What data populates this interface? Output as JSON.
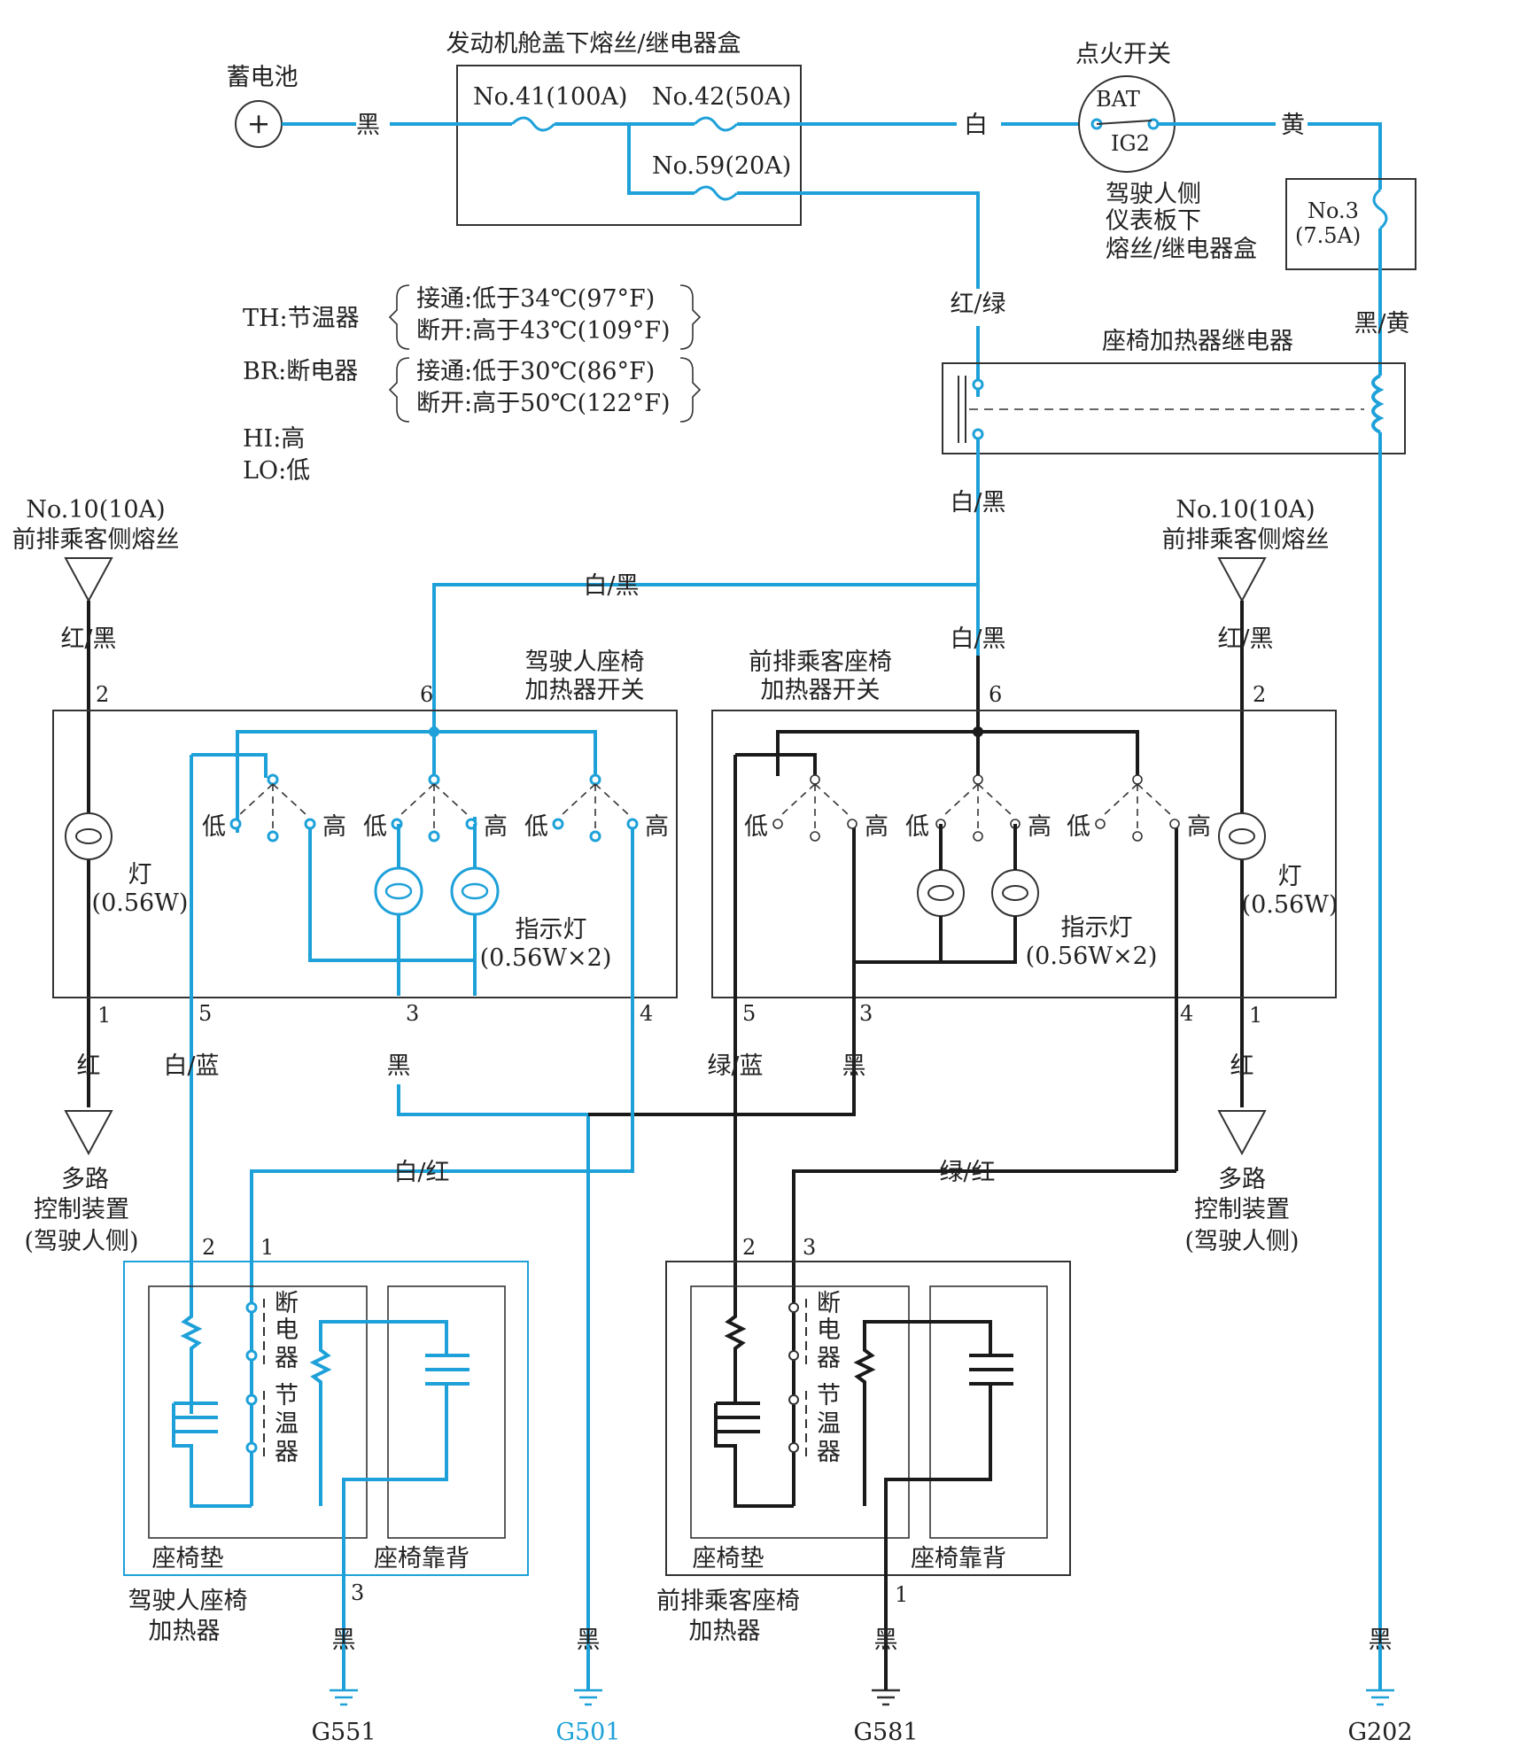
{
  "colors": {
    "wire_blue": "#1ea1d9",
    "wire_black": "#1a1a1a",
    "box_stroke": "#333333"
  },
  "battery": {
    "label": "蓄电池",
    "symbol": "+"
  },
  "underhood_box": {
    "title": "发动机舱盖下熔丝/继电器盒",
    "fuse_41": "No.41(100A)",
    "fuse_42": "No.42(50A)",
    "fuse_59": "No.59(20A)"
  },
  "ignition": {
    "title": "点火开关",
    "bat": "BAT",
    "ig2": "IG2"
  },
  "dash_box": {
    "title_line1": "驾驶人侧",
    "title_line2": "仪表板下",
    "title_line3": "熔丝/继电器盒",
    "fuse_line1": "No.3",
    "fuse_line2": "(7.5A)"
  },
  "relay": {
    "title": "座椅加热器继电器"
  },
  "legend": {
    "th": "TH:节温器",
    "th_on": "接通:低于34℃(97°F)",
    "th_off": "断开:高于43℃(109°F)",
    "br": "BR:断电器",
    "br_on": "接通:低于30℃(86°F)",
    "br_off": "断开:高于50℃(122°F)",
    "hi": "HI:高",
    "lo": "LO:低"
  },
  "wires": {
    "black": "黑",
    "white": "白",
    "yellow": "黄",
    "red_green": "红/绿",
    "black_yellow": "黑/黄",
    "white_black": "白/黑",
    "red_black": "红/黑",
    "red": "红",
    "white_blue": "白/蓝",
    "green_blue": "绿/蓝",
    "white_red": "白/红",
    "green_red": "绿/红"
  },
  "passenger_fuse": {
    "line1": "No.10(10A)",
    "line2": "前排乘客侧熔丝"
  },
  "driver_switch": {
    "title_line1": "驾驶人座椅",
    "title_line2": "加热器开关"
  },
  "passenger_switch": {
    "title_line1": "前排乘客座椅",
    "title_line2": "加热器开关"
  },
  "switch_labels": {
    "low": "低",
    "high": "高",
    "lamp": "灯",
    "lamp_watt": "(0.56W)",
    "indicator": "指示灯",
    "indicator_watt": "(0.56W×2)"
  },
  "pins": {
    "p1": "1",
    "p2": "2",
    "p3": "3",
    "p4": "4",
    "p5": "5",
    "p6": "6"
  },
  "mpcs": {
    "line1": "多路",
    "line2": "控制装置",
    "line3": "(驾驶人侧)"
  },
  "heater_labels": {
    "breaker_1": "断",
    "breaker_2": "电",
    "breaker_3": "器",
    "thermo_1": "节",
    "thermo_2": "温",
    "thermo_3": "器",
    "cushion": "座椅垫",
    "back": "座椅靠背"
  },
  "driver_heater": {
    "line1": "驾驶人座椅",
    "line2": "加热器"
  },
  "passenger_heater": {
    "line1": "前排乘客座椅",
    "line2": "加热器"
  },
  "grounds": {
    "g551": "G551",
    "g501": "G501",
    "g581": "G581",
    "g202": "G202"
  }
}
